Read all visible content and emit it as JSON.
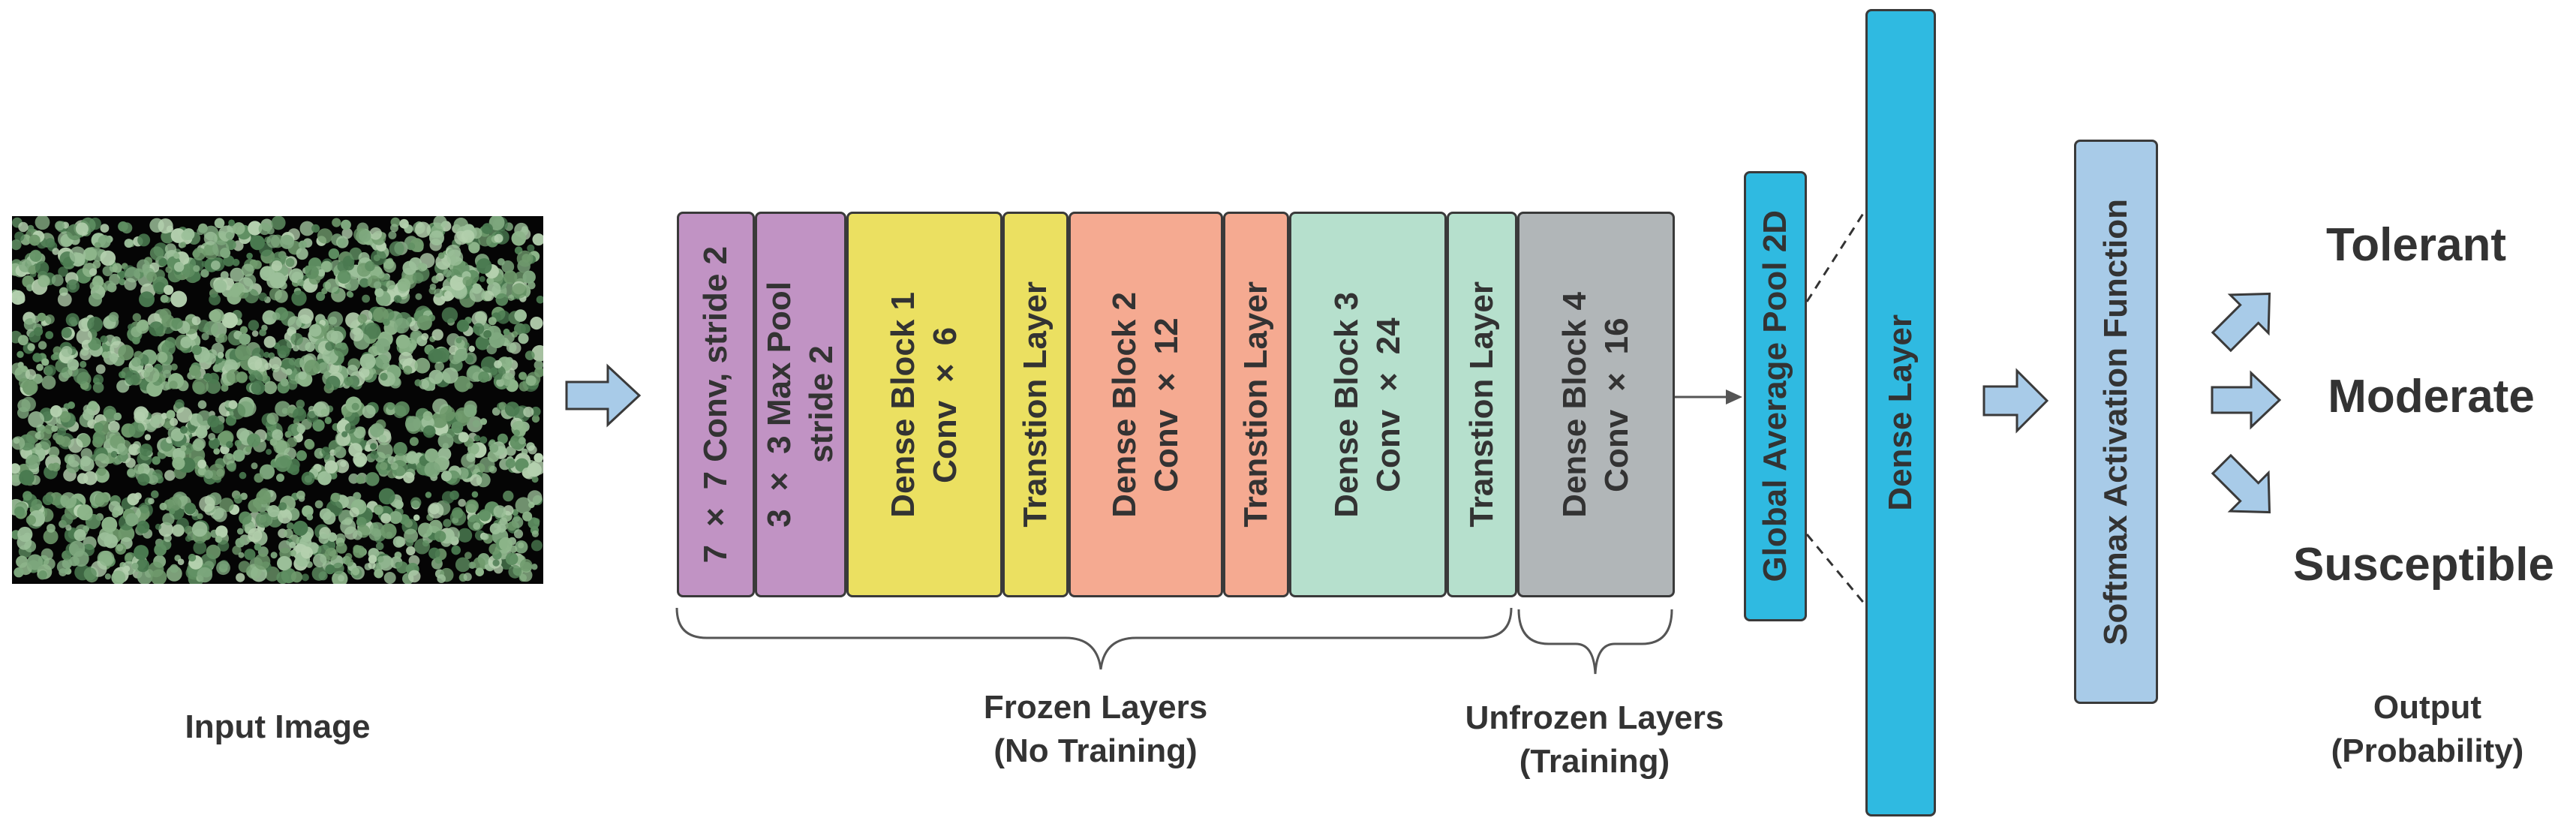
{
  "input": {
    "caption": "Input Image"
  },
  "colors": {
    "conv": "#c193c4",
    "dense1": "#ebe061",
    "dense2": "#f5aa91",
    "dense3": "#b6e0cd",
    "dense4": "#b1b6b8",
    "gap": "#2fbae1",
    "dense": "#2fbae1",
    "softmax": "#a8cbe8",
    "arrow": "#a8cbe8",
    "border": "#3a3a3a"
  },
  "layers": {
    "conv": "7 × 7 Conv, stride 2",
    "maxpool": [
      "3 × 3 Max Pool",
      "stride 2"
    ],
    "dense_block_1": [
      "Dense Block 1",
      "Conv × 6"
    ],
    "transition_1": "Transtion Layer",
    "dense_block_2": [
      "Dense Block 2",
      "Conv × 12"
    ],
    "transition_2": "Transtion Layer",
    "dense_block_3": [
      "Dense Block 3",
      "Conv × 24"
    ],
    "transition_3": "Transtion Layer",
    "dense_block_4": [
      "Dense Block 4",
      "Conv × 16"
    ]
  },
  "head": {
    "gap": "Global Average Pool 2D",
    "dense": "Dense Layer",
    "softmax": "Softmax Activation Function"
  },
  "groups": {
    "frozen": [
      "Frozen Layers",
      "(No Training)"
    ],
    "unfrozen": [
      "Unfrozen Layers",
      "(Training)"
    ]
  },
  "output": {
    "classes": [
      "Tolerant",
      "Moderate",
      "Susceptible"
    ],
    "caption": [
      "Output",
      "(Probability)"
    ]
  }
}
